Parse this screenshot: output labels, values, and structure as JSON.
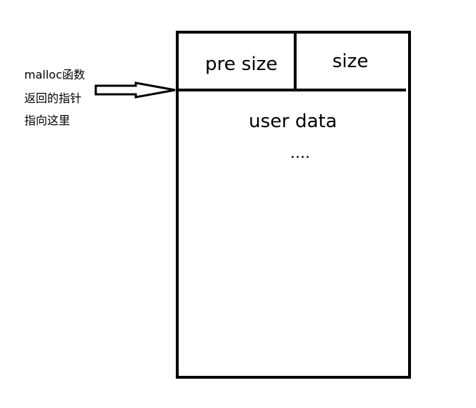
{
  "note": {
    "lines": [
      "malloc函数",
      "返回的指针",
      "指向这里"
    ]
  },
  "chunk": {
    "pre_size_label": "pre size",
    "size_label": "size",
    "user_data_label": "user data",
    "continuation_label": "...."
  },
  "colors": {
    "stroke": "#000000",
    "background": "#ffffff"
  }
}
